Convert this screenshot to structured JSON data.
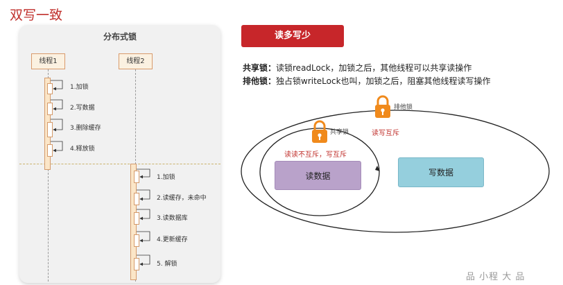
{
  "slide": {
    "title": "双写一致"
  },
  "panel": {
    "title": "分布式锁",
    "thread1": "线程1",
    "thread2": "线程2",
    "thread1_steps": [
      "1.加锁",
      "2.写数据",
      "3.删除缓存",
      "4.释放锁"
    ],
    "thread2_steps": [
      "1.加锁",
      "2.读缓存，未命中",
      "3.读数据库",
      "4.更新缓存",
      "5. 解锁"
    ]
  },
  "right": {
    "banner": "读多写少",
    "shared_term": "共享锁：",
    "shared_desc": "读锁readLock，加锁之后，其他线程可以共享读操作",
    "exclusive_term": "排他锁：",
    "exclusive_desc": "独占锁writeLock也叫，加锁之后，阻塞其他线程读写操作",
    "diagram": {
      "shared_lock_label": "共享锁",
      "exclusive_lock_label": "排他锁",
      "shared_rule": "读读不互斥，写互斥",
      "exclusive_rule": "读写互斥",
      "read_data": "读数据",
      "write_data": "写数据"
    }
  },
  "colors": {
    "accent": "#c7262a",
    "lock": "#f08a1c",
    "read_box": "#b9a2ca",
    "write_box": "#95cfdd"
  },
  "icons": [
    "padlock-icon",
    "padlock-icon"
  ],
  "watermark": "品 小程 大 品"
}
